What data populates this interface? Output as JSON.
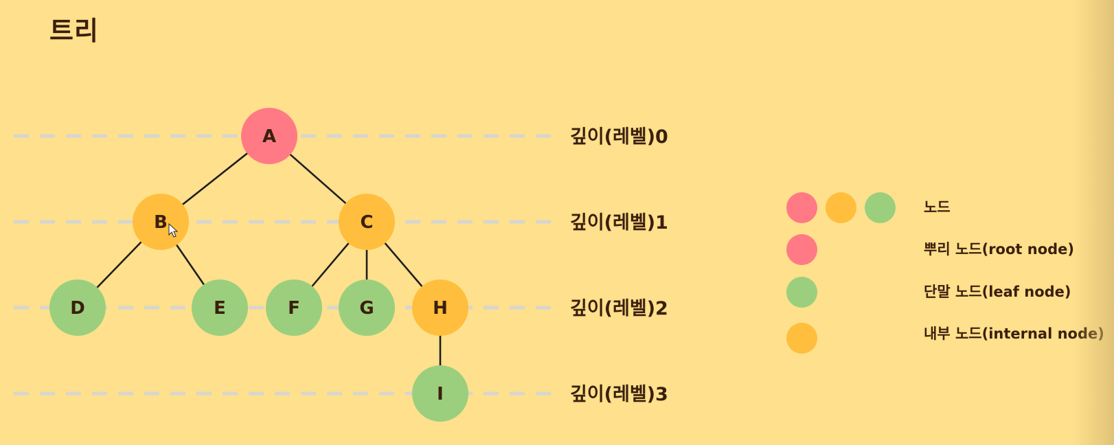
{
  "page": {
    "title": "트리"
  },
  "colors": {
    "background": "#FFE08C",
    "root": "#FF7A85",
    "internal": "#FFBE3D",
    "leaf": "#9BCF7D",
    "edge": "#1E1E1E",
    "level_line": "#D6D6D0",
    "text": "#3A1F0D"
  },
  "levels": [
    {
      "label": "깊이(레벨)0"
    },
    {
      "label": "깊이(레벨)1"
    },
    {
      "label": "깊이(레벨)2"
    },
    {
      "label": "깊이(레벨)3"
    }
  ],
  "tree": {
    "nodes": [
      {
        "id": "A",
        "label": "A",
        "level": 0,
        "kind": "root"
      },
      {
        "id": "B",
        "label": "B",
        "level": 1,
        "kind": "internal"
      },
      {
        "id": "C",
        "label": "C",
        "level": 1,
        "kind": "internal"
      },
      {
        "id": "D",
        "label": "D",
        "level": 2,
        "kind": "leaf"
      },
      {
        "id": "E",
        "label": "E",
        "level": 2,
        "kind": "leaf"
      },
      {
        "id": "F",
        "label": "F",
        "level": 2,
        "kind": "leaf"
      },
      {
        "id": "G",
        "label": "G",
        "level": 2,
        "kind": "leaf"
      },
      {
        "id": "H",
        "label": "H",
        "level": 2,
        "kind": "internal"
      },
      {
        "id": "I",
        "label": "I",
        "level": 3,
        "kind": "leaf"
      }
    ],
    "edges": [
      {
        "from": "A",
        "to": "B"
      },
      {
        "from": "A",
        "to": "C"
      },
      {
        "from": "B",
        "to": "D"
      },
      {
        "from": "B",
        "to": "E"
      },
      {
        "from": "C",
        "to": "F"
      },
      {
        "from": "C",
        "to": "G"
      },
      {
        "from": "C",
        "to": "H"
      },
      {
        "from": "H",
        "to": "I"
      }
    ]
  },
  "legend": [
    {
      "label": "노드",
      "swatches": [
        "root",
        "internal",
        "leaf"
      ]
    },
    {
      "label": "뿌리 노드(root node)",
      "swatches": [
        "root"
      ]
    },
    {
      "label": "단말 노드(leaf node)",
      "swatches": [
        "leaf"
      ]
    },
    {
      "label": "내부 노드(internal node)",
      "swatches": [
        "internal"
      ]
    }
  ]
}
